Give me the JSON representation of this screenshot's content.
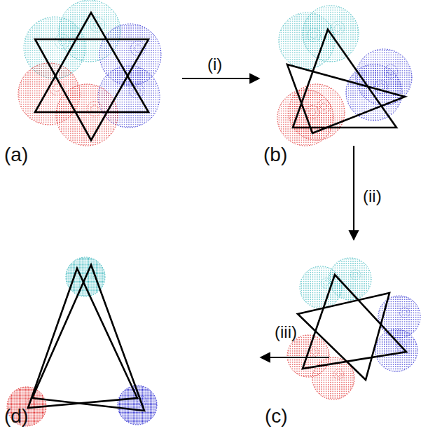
{
  "diagram": {
    "labels": [
      "(a)",
      "(i)",
      "(b)",
      "(ii)",
      "(iii)",
      "(c)",
      "(d)"
    ]
  }
}
